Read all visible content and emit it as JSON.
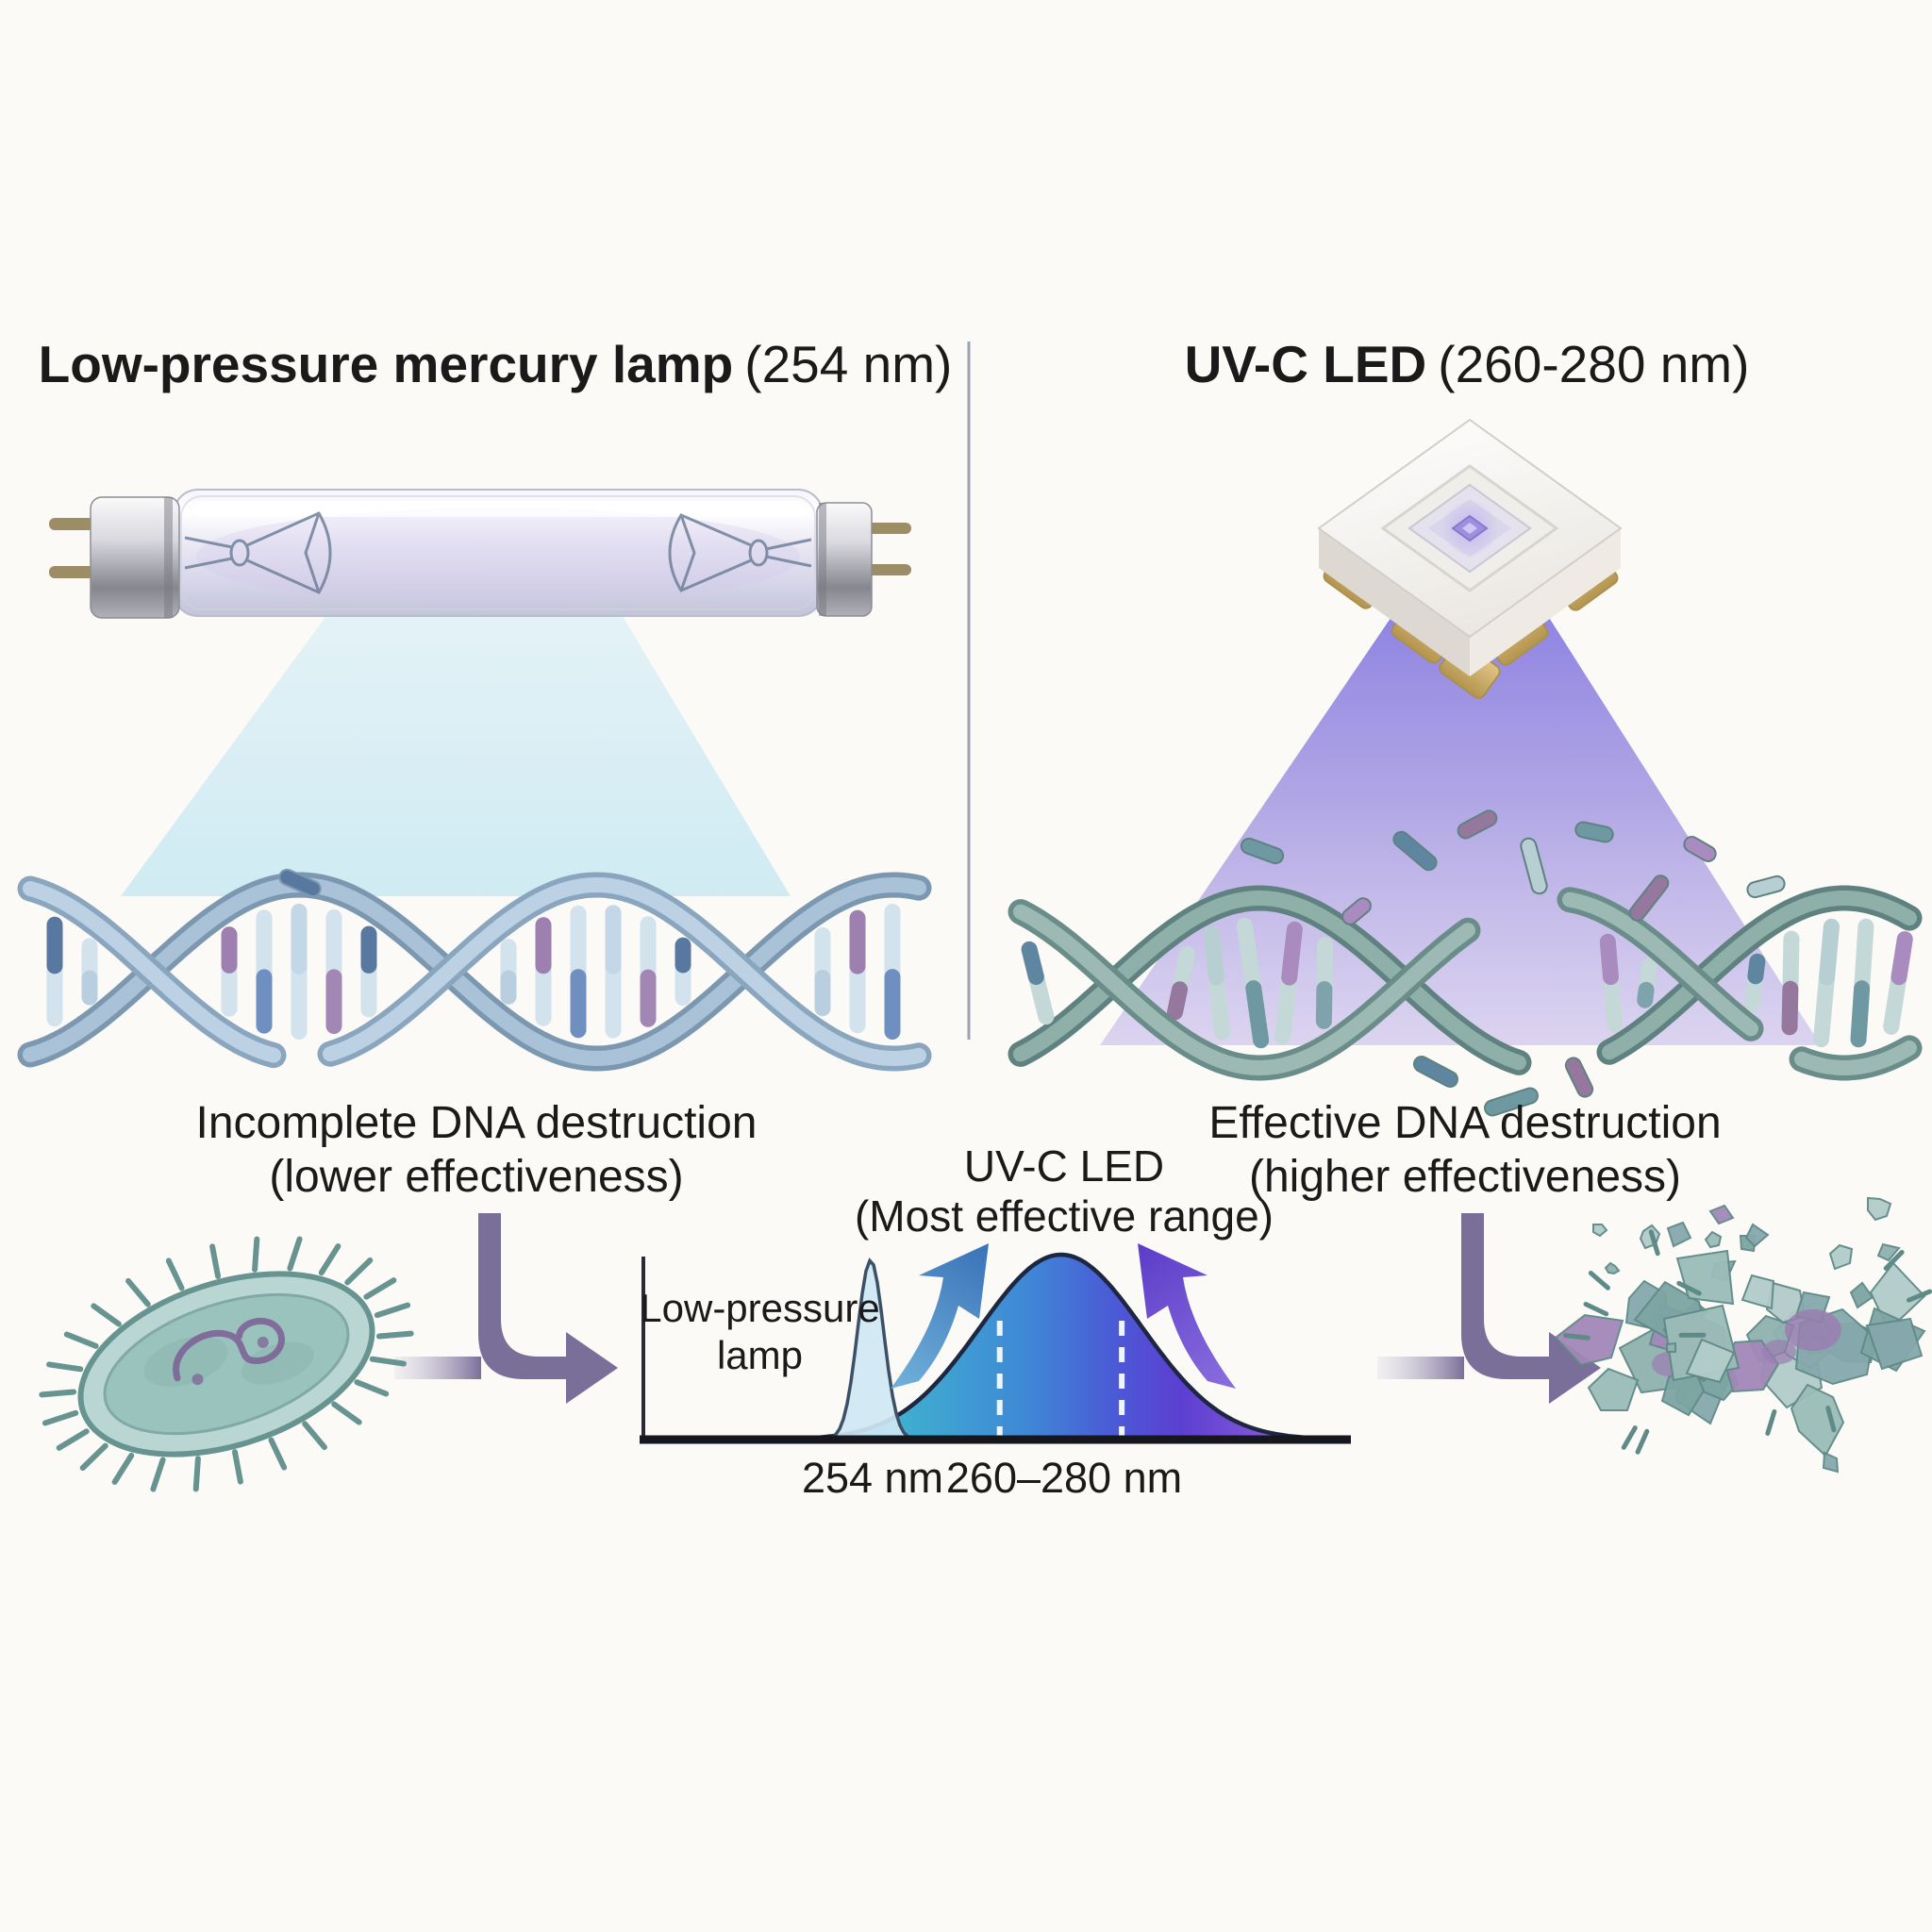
{
  "background": "#fbfaf6",
  "divider_color": "#8b93a5",
  "panels": {
    "left": {
      "title_main": "Low-pressure mercury lamp",
      "title_paren": "(254 nm)",
      "caption_line1": "Incomplete DNA destruction",
      "caption_line2": "(lower effectiveness)"
    },
    "right": {
      "title_main": "UV-C LED",
      "title_paren": "(260-280 nm)",
      "caption_line1": "Effective DNA destruction",
      "caption_line2": "(higher effectiveness)"
    }
  },
  "chart_data": {
    "type": "area",
    "title_line1": "UV-C LED",
    "title_line2": "(Most effective range)",
    "grid": false,
    "legend_position": "none",
    "x_axis": {
      "unit": "nm",
      "tick_labels": [
        "254 nm",
        "260–280 nm"
      ]
    },
    "most_effective_range_nm": [
      260,
      280
    ],
    "axis_color": "#16161f",
    "dashed_color": "#edf5fa",
    "dashed_line_fracs": [
      0.505,
      0.678
    ],
    "series": [
      {
        "name": "Low-pressure lamp",
        "label_line1": "Low-pressure",
        "label_line2": "lamp",
        "peak_nm": 254,
        "shape": "narrow",
        "center_frac": 0.322,
        "sigma_frac": 0.0185,
        "fill": "#cfe7f3",
        "fill_opacity": 0.92,
        "outline": "#3c5168"
      },
      {
        "name": "UV-C LED",
        "peak_nm": 270,
        "shape": "wide",
        "center_frac": 0.592,
        "sigma_frac": 0.115,
        "outline": "#1d2742",
        "fill_stops": [
          [
            "0",
            "#3fb0cf"
          ],
          [
            "0.3",
            "#3f86d6"
          ],
          [
            "0.47",
            "#4a5cd6"
          ],
          [
            "0.63",
            "#5c3fd2"
          ],
          [
            "0.8",
            "#8055d6"
          ],
          [
            "1",
            "#b28adc"
          ]
        ]
      }
    ],
    "swoosh_arrows": [
      {
        "direction": "up-right",
        "color_from": "#6fb0da",
        "color_to": "#3a72b8"
      },
      {
        "direction": "up-left",
        "color_from": "#8a6ede",
        "color_to": "#5b3cc8"
      }
    ]
  },
  "flow_arrows": {
    "color": "#7a6f99",
    "tail_color": "#d4cfe0"
  },
  "artwork": {
    "beam_left": {
      "top": "#e3f2f7",
      "bottom": "#cdeaf2"
    },
    "beam_right": {
      "top": "#8377e1",
      "mid": "#9c8fe0",
      "bottom": "#c6baeb"
    },
    "lamp": {
      "cap": "#a8a8b0",
      "glass": "#e9e7f3",
      "pins": "#9c8d66",
      "filament": "#70809a"
    },
    "led_chip": {
      "body": "#f7f5f2",
      "pads_light": "#e2c486",
      "pads_dark": "#b3954f",
      "die_glow": "#a99ae8"
    },
    "dna_left": {
      "back_dark": "#7c98b0",
      "back_light": "#a9c2d7",
      "front_dark": "#8aa6be",
      "front_light": "#bcd2e4",
      "pale_rung": "#d3e3ee",
      "rung_accents": [
        "#58789f",
        "#b9cfdf",
        "#9d7fb0",
        "#6f8fc0",
        "#c3d7e6",
        "#a287b4"
      ]
    },
    "dna_right": {
      "back_dark": "#5f8280",
      "back_light": "#8fafa9",
      "front_dark": "#6a8d89",
      "front_light": "#9cbab3",
      "pale_rung": "#c5d8d8",
      "rung_accents": [
        "#5f86a0",
        "#96789f",
        "#b7cfd2",
        "#6e98a2",
        "#a98bc0",
        "#7fa3ad"
      ]
    },
    "bacterium": {
      "body": "#b9d6d2",
      "inner": "#9ac2bc",
      "outline": "#679490",
      "plasmid": "#7b5e95"
    },
    "shattered": {
      "palette": [
        "#8fb2ae",
        "#7da5a3",
        "#9bbcb8",
        "#a288b8",
        "#86a8ad",
        "#b3ccc9"
      ],
      "clump": "#9b7cb2",
      "outline": "#5f8a87"
    }
  }
}
